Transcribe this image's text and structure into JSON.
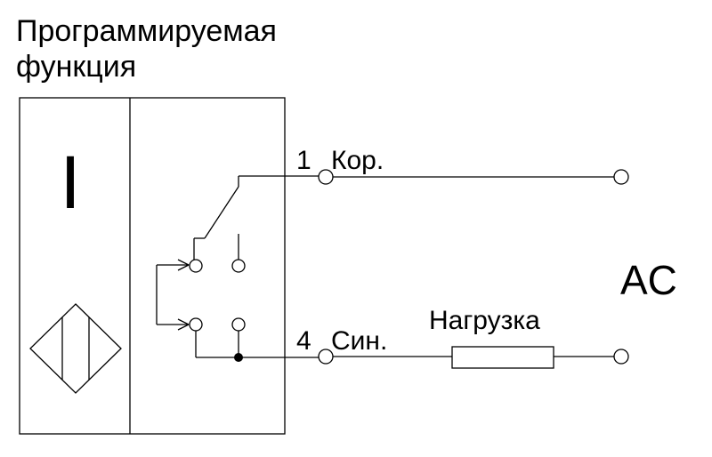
{
  "title": {
    "line1": "Программируемая",
    "line2": "функция"
  },
  "device": {
    "mode_symbol": "I"
  },
  "terminals": {
    "t1": {
      "number": "1",
      "label": "Кор."
    },
    "t4": {
      "number": "4",
      "label": "Син."
    }
  },
  "load": {
    "label": "Нагрузка"
  },
  "supply": {
    "label": "AC"
  },
  "colors": {
    "line": "#000000",
    "background": "#ffffff"
  }
}
